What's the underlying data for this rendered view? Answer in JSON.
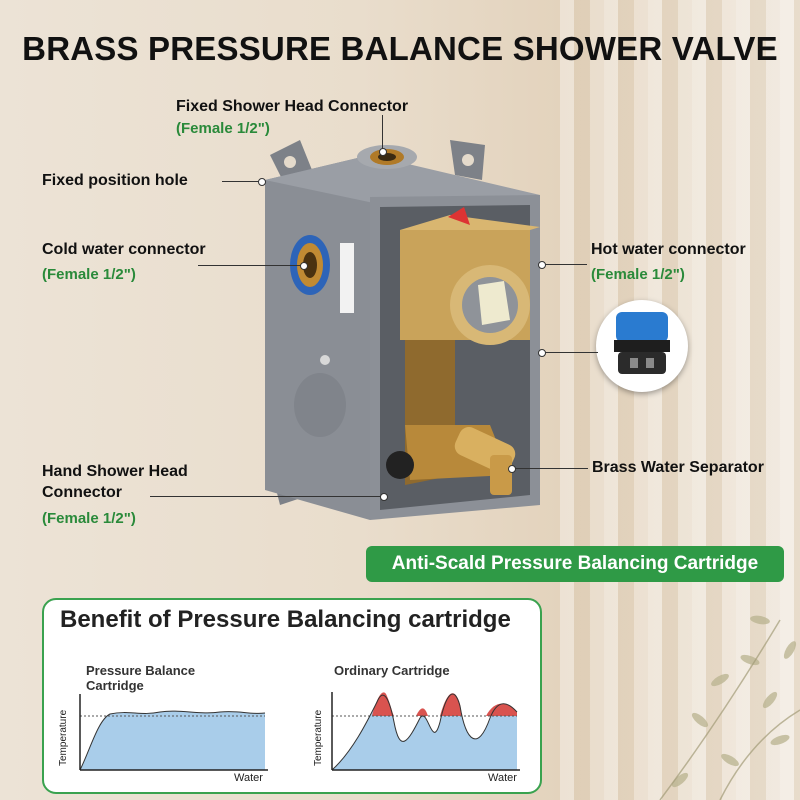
{
  "title": "BRASS PRESSURE BALANCE SHOWER VALVE",
  "labels": {
    "fixed_head": "Fixed Shower Head Connector",
    "fixed_head_sub": "(Female 1/2\")",
    "fixed_hole": "Fixed position hole",
    "cold": "Cold water connector",
    "cold_sub": "(Female 1/2\")",
    "hot": "Hot water connector",
    "hot_sub": "(Female 1/2\")",
    "hand_head_1": "Hand Shower Head",
    "hand_head_2": "Connector",
    "hand_head_sub": "(Female 1/2\")",
    "separator": "Brass Water Separator"
  },
  "banner": "Anti-Scald Pressure Balancing Cartridge",
  "benefit": {
    "title": "Benefit of Pressure Balancing cartridge",
    "charts": [
      {
        "title_1": "Pressure Balance",
        "title_2": "Cartridge",
        "ylabel": "Temperature",
        "xlabel": "Water"
      },
      {
        "title_1": "Ordinary Cartridge",
        "title_2": "",
        "ylabel": "Temperature",
        "xlabel": "Water"
      }
    ]
  },
  "colors": {
    "accent_green": "#2f9a46",
    "label_green": "#2a8a3a",
    "fill_blue": "#8fbfe3",
    "over_red": "#d9534f"
  },
  "icons": [
    "valve-box-image",
    "cartridge-inset-image",
    "plant-decoration"
  ]
}
